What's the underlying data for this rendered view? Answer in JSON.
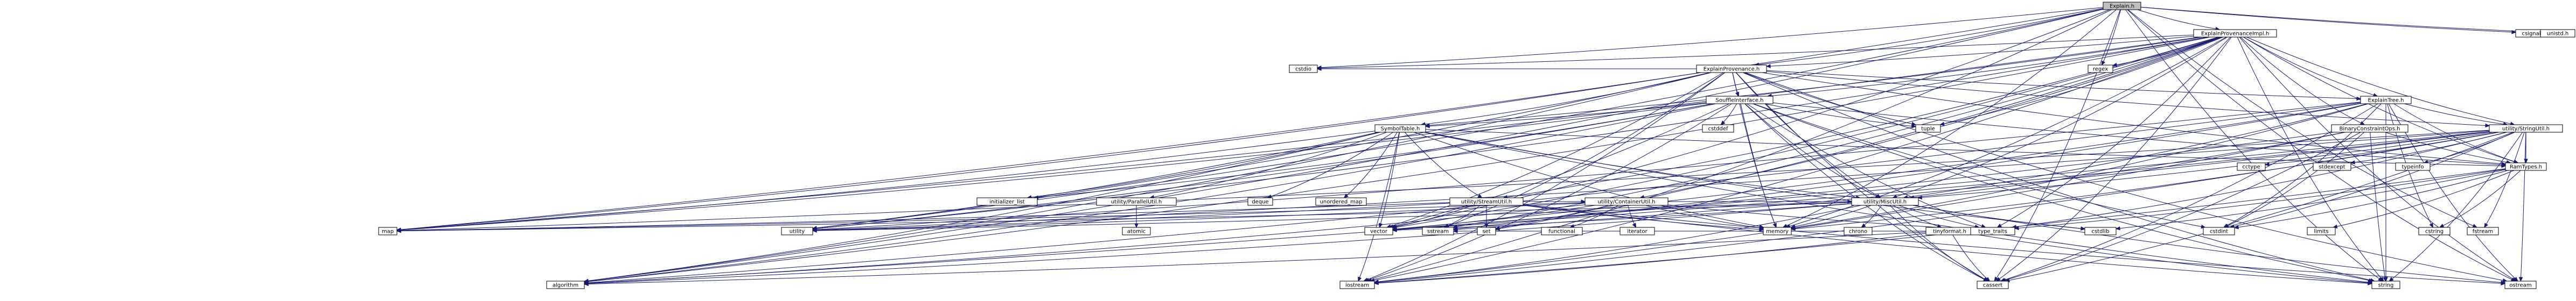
{
  "colors": {
    "edge": "#191970",
    "root_fill": "#bfbfbf",
    "local_fill": "#ffffff",
    "system_border": "#bfbfbf",
    "local_border": "#000000"
  },
  "nodes": [
    {
      "id": "explain_h",
      "label": "Explain.h",
      "kind": "root"
    },
    {
      "id": "explain_provenance_impl_h",
      "label": "ExplainProvenanceImpl.h",
      "kind": "local"
    },
    {
      "id": "explain_provenance_h",
      "label": "ExplainProvenance.h",
      "kind": "local"
    },
    {
      "id": "souffle_interface_h",
      "label": "SouffleInterface.h",
      "kind": "local"
    },
    {
      "id": "symbol_table_h",
      "label": "SymbolTable.h",
      "kind": "local"
    },
    {
      "id": "binary_constraint_ops_h",
      "label": "BinaryConstraintOps.h",
      "kind": "local"
    },
    {
      "id": "explain_tree_h",
      "label": "ExplainTree.h",
      "kind": "local"
    },
    {
      "id": "utility_string_util_h",
      "label": "utility/StringUtil.h",
      "kind": "local"
    },
    {
      "id": "ram_types_h",
      "label": "RamTypes.h",
      "kind": "local"
    },
    {
      "id": "utility_stream_util_h",
      "label": "utility/StreamUtil.h",
      "kind": "local"
    },
    {
      "id": "utility_container_util_h",
      "label": "utility/ContainerUtil.h",
      "kind": "local"
    },
    {
      "id": "utility_misc_util_h",
      "label": "utility/MiscUtil.h",
      "kind": "local"
    },
    {
      "id": "utility_parallel_util_h",
      "label": "utility/ParallelUtil.h",
      "kind": "local"
    },
    {
      "id": "tinyformat_h",
      "label": "tinyformat.h",
      "kind": "local"
    },
    {
      "id": "csignal",
      "label": "csignal",
      "kind": "system"
    },
    {
      "id": "unistd_h",
      "label": "unistd.h",
      "kind": "system"
    },
    {
      "id": "regex",
      "label": "regex",
      "kind": "system"
    },
    {
      "id": "cstdio",
      "label": "cstdio",
      "kind": "system"
    },
    {
      "id": "tuple",
      "label": "tuple",
      "kind": "system"
    },
    {
      "id": "cstddef",
      "label": "cstddef",
      "kind": "system"
    },
    {
      "id": "initializer_list",
      "label": "initializer_list",
      "kind": "system"
    },
    {
      "id": "deque",
      "label": "deque",
      "kind": "system"
    },
    {
      "id": "unordered_map",
      "label": "unordered_map",
      "kind": "system"
    },
    {
      "id": "atomic",
      "label": "atomic",
      "kind": "system"
    },
    {
      "id": "map",
      "label": "map",
      "kind": "system"
    },
    {
      "id": "vector",
      "label": "vector",
      "kind": "system"
    },
    {
      "id": "utility",
      "label": "utility",
      "kind": "system"
    },
    {
      "id": "sstream",
      "label": "sstream",
      "kind": "system"
    },
    {
      "id": "set",
      "label": "set",
      "kind": "system"
    },
    {
      "id": "functional",
      "label": "functional",
      "kind": "system"
    },
    {
      "id": "iterator",
      "label": "iterator",
      "kind": "system"
    },
    {
      "id": "memory",
      "label": "memory",
      "kind": "system"
    },
    {
      "id": "chrono",
      "label": "chrono",
      "kind": "system"
    },
    {
      "id": "type_traits",
      "label": "type_traits",
      "kind": "system"
    },
    {
      "id": "cstdlib",
      "label": "cstdlib",
      "kind": "system"
    },
    {
      "id": "cstdint",
      "label": "cstdint",
      "kind": "system"
    },
    {
      "id": "limits",
      "label": "limits",
      "kind": "system"
    },
    {
      "id": "cstring",
      "label": "cstring",
      "kind": "system"
    },
    {
      "id": "cctype",
      "label": "cctype",
      "kind": "system"
    },
    {
      "id": "stdexcept",
      "label": "stdexcept",
      "kind": "system"
    },
    {
      "id": "typeinfo",
      "label": "typeinfo",
      "kind": "system"
    },
    {
      "id": "fstream",
      "label": "fstream",
      "kind": "system"
    },
    {
      "id": "algorithm",
      "label": "algorithm",
      "kind": "system"
    },
    {
      "id": "iostream",
      "label": "iostream",
      "kind": "system"
    },
    {
      "id": "cassert",
      "label": "cassert",
      "kind": "system"
    },
    {
      "id": "string",
      "label": "string",
      "kind": "system"
    },
    {
      "id": "ostream",
      "label": "ostream",
      "kind": "system"
    }
  ],
  "edges": [
    [
      "explain_h",
      "explain_provenance_impl_h"
    ],
    [
      "explain_h",
      "explain_provenance_h"
    ],
    [
      "explain_h",
      "csignal"
    ],
    [
      "explain_h",
      "unistd_h"
    ],
    [
      "explain_h",
      "regex"
    ],
    [
      "explain_h",
      "cstdio"
    ],
    [
      "explain_h",
      "fstream"
    ],
    [
      "explain_h",
      "string"
    ],
    [
      "explain_h",
      "map"
    ],
    [
      "explain_h",
      "vector"
    ],
    [
      "explain_h",
      "iostream"
    ],
    [
      "explain_h",
      "algorithm"
    ],
    [
      "explain_h",
      "memory"
    ],
    [
      "explain_h",
      "utility"
    ],
    [
      "explain_h",
      "ostream"
    ],
    [
      "explain_h",
      "cassert"
    ],
    [
      "explain_provenance_impl_h",
      "explain_provenance_h"
    ],
    [
      "explain_provenance_impl_h",
      "souffle_interface_h"
    ],
    [
      "explain_provenance_impl_h",
      "symbol_table_h"
    ],
    [
      "explain_provenance_impl_h",
      "binary_constraint_ops_h"
    ],
    [
      "explain_provenance_impl_h",
      "explain_tree_h"
    ],
    [
      "explain_provenance_impl_h",
      "utility_string_util_h"
    ],
    [
      "explain_provenance_impl_h",
      "ram_types_h"
    ],
    [
      "explain_provenance_impl_h",
      "utility_stream_util_h"
    ],
    [
      "explain_provenance_impl_h",
      "utility_container_util_h"
    ],
    [
      "explain_provenance_impl_h",
      "utility_misc_util_h"
    ],
    [
      "explain_provenance_impl_h",
      "regex"
    ],
    [
      "explain_provenance_impl_h",
      "tuple"
    ],
    [
      "explain_provenance_impl_h",
      "cstdio"
    ],
    [
      "explain_provenance_impl_h",
      "map"
    ],
    [
      "explain_provenance_impl_h",
      "vector"
    ],
    [
      "explain_provenance_impl_h",
      "memory"
    ],
    [
      "explain_provenance_impl_h",
      "string"
    ],
    [
      "explain_provenance_impl_h",
      "ostream"
    ],
    [
      "explain_provenance_impl_h",
      "sstream"
    ],
    [
      "explain_provenance_impl_h",
      "algorithm"
    ],
    [
      "explain_provenance_impl_h",
      "iostream"
    ],
    [
      "explain_provenance_impl_h",
      "cassert"
    ],
    [
      "explain_provenance_impl_h",
      "utility"
    ],
    [
      "explain_provenance_impl_h",
      "set"
    ],
    [
      "explain_provenance_impl_h",
      "type_traits"
    ],
    [
      "explain_provenance_h",
      "souffle_interface_h"
    ],
    [
      "explain_provenance_h",
      "symbol_table_h"
    ],
    [
      "explain_provenance_h",
      "explain_tree_h"
    ],
    [
      "explain_provenance_h",
      "ram_types_h"
    ],
    [
      "explain_provenance_h",
      "utility_string_util_h"
    ],
    [
      "explain_provenance_h",
      "utility_misc_util_h"
    ],
    [
      "explain_provenance_h",
      "cstdio"
    ],
    [
      "explain_provenance_h",
      "tuple"
    ],
    [
      "explain_provenance_h",
      "map"
    ],
    [
      "explain_provenance_h",
      "vector"
    ],
    [
      "explain_provenance_h",
      "memory"
    ],
    [
      "explain_provenance_h",
      "string"
    ],
    [
      "explain_provenance_h",
      "utility"
    ],
    [
      "explain_provenance_h",
      "sstream"
    ],
    [
      "explain_provenance_h",
      "algorithm"
    ],
    [
      "explain_provenance_h",
      "iostream"
    ],
    [
      "explain_provenance_h",
      "cassert"
    ],
    [
      "explain_provenance_h",
      "ostream"
    ],
    [
      "souffle_interface_h",
      "symbol_table_h"
    ],
    [
      "souffle_interface_h",
      "ram_types_h"
    ],
    [
      "souffle_interface_h",
      "utility_misc_util_h"
    ],
    [
      "souffle_interface_h",
      "tuple"
    ],
    [
      "souffle_interface_h",
      "cstddef"
    ],
    [
      "souffle_interface_h",
      "initializer_list"
    ],
    [
      "souffle_interface_h",
      "map"
    ],
    [
      "souffle_interface_h",
      "vector"
    ],
    [
      "souffle_interface_h",
      "memory"
    ],
    [
      "souffle_interface_h",
      "string"
    ],
    [
      "souffle_interface_h",
      "utility"
    ],
    [
      "souffle_interface_h",
      "iostream"
    ],
    [
      "souffle_interface_h",
      "algorithm"
    ],
    [
      "souffle_interface_h",
      "cassert"
    ],
    [
      "souffle_interface_h",
      "type_traits"
    ],
    [
      "souffle_interface_h",
      "cstdint"
    ],
    [
      "symbol_table_h",
      "utility_parallel_util_h"
    ],
    [
      "symbol_table_h",
      "utility_misc_util_h"
    ],
    [
      "symbol_table_h",
      "utility_stream_util_h"
    ],
    [
      "symbol_table_h",
      "initializer_list"
    ],
    [
      "symbol_table_h",
      "deque"
    ],
    [
      "symbol_table_h",
      "unordered_map"
    ],
    [
      "symbol_table_h",
      "ram_types_h"
    ],
    [
      "symbol_table_h",
      "map"
    ],
    [
      "symbol_table_h",
      "vector"
    ],
    [
      "symbol_table_h",
      "utility"
    ],
    [
      "symbol_table_h",
      "string"
    ],
    [
      "symbol_table_h",
      "iostream"
    ],
    [
      "symbol_table_h",
      "algorithm"
    ],
    [
      "symbol_table_h",
      "cstdlib"
    ],
    [
      "symbol_table_h",
      "memory"
    ],
    [
      "binary_constraint_ops_h",
      "ram_types_h"
    ],
    [
      "binary_constraint_ops_h",
      "utility_misc_util_h"
    ],
    [
      "binary_constraint_ops_h",
      "vector"
    ],
    [
      "binary_constraint_ops_h",
      "string"
    ],
    [
      "binary_constraint_ops_h",
      "iostream"
    ],
    [
      "binary_constraint_ops_h",
      "cassert"
    ],
    [
      "binary_constraint_ops_h",
      "cstdint"
    ],
    [
      "explain_tree_h",
      "utility_string_util_h"
    ],
    [
      "explain_tree_h",
      "ram_types_h"
    ],
    [
      "explain_tree_h",
      "utility_misc_util_h"
    ],
    [
      "explain_tree_h",
      "vector"
    ],
    [
      "explain_tree_h",
      "string"
    ],
    [
      "explain_tree_h",
      "memory"
    ],
    [
      "explain_tree_h",
      "sstream"
    ],
    [
      "explain_tree_h",
      "ostream"
    ],
    [
      "explain_tree_h",
      "algorithm"
    ],
    [
      "explain_tree_h",
      "cstring"
    ],
    [
      "explain_tree_h",
      "cstdint"
    ],
    [
      "explain_tree_h",
      "cassert"
    ],
    [
      "explain_tree_h",
      "utility"
    ],
    [
      "utility_string_util_h",
      "ram_types_h"
    ],
    [
      "utility_string_util_h",
      "utility_misc_util_h"
    ],
    [
      "utility_string_util_h",
      "cctype"
    ],
    [
      "utility_string_util_h",
      "stdexcept"
    ],
    [
      "utility_string_util_h",
      "typeinfo"
    ],
    [
      "utility_string_util_h",
      "fstream"
    ],
    [
      "utility_string_util_h",
      "string"
    ],
    [
      "utility_string_util_h",
      "vector"
    ],
    [
      "utility_string_util_h",
      "algorithm"
    ],
    [
      "utility_string_util_h",
      "iostream"
    ],
    [
      "utility_string_util_h",
      "memory"
    ],
    [
      "utility_string_util_h",
      "sstream"
    ],
    [
      "utility_string_util_h",
      "map"
    ],
    [
      "utility_string_util_h",
      "type_traits"
    ],
    [
      "utility_string_util_h",
      "utility"
    ],
    [
      "utility_string_util_h",
      "ostream"
    ],
    [
      "utility_string_util_h",
      "cstdint"
    ],
    [
      "utility_string_util_h",
      "cassert"
    ],
    [
      "ram_types_h",
      "cstdint"
    ],
    [
      "ram_types_h",
      "limits"
    ],
    [
      "ram_types_h",
      "type_traits"
    ],
    [
      "ram_types_h",
      "cstring"
    ],
    [
      "ram_types_h",
      "cstdlib"
    ],
    [
      "ram_types_h",
      "iostream"
    ],
    [
      "utility_stream_util_h",
      "utility_container_util_h"
    ],
    [
      "utility_stream_util_h",
      "map"
    ],
    [
      "utility_stream_util_h",
      "vector"
    ],
    [
      "utility_stream_util_h",
      "utility"
    ],
    [
      "utility_stream_util_h",
      "sstream"
    ],
    [
      "utility_stream_util_h",
      "set"
    ],
    [
      "utility_stream_util_h",
      "memory"
    ],
    [
      "utility_stream_util_h",
      "ostream"
    ],
    [
      "utility_stream_util_h",
      "string"
    ],
    [
      "utility_container_util_h",
      "utility_misc_util_h"
    ],
    [
      "utility_container_util_h",
      "functional"
    ],
    [
      "utility_container_util_h",
      "iterator"
    ],
    [
      "utility_container_util_h",
      "map"
    ],
    [
      "utility_container_util_h",
      "vector"
    ],
    [
      "utility_container_util_h",
      "utility"
    ],
    [
      "utility_container_util_h",
      "set"
    ],
    [
      "utility_container_util_h",
      "memory"
    ],
    [
      "utility_container_util_h",
      "type_traits"
    ],
    [
      "utility_container_util_h",
      "algorithm"
    ],
    [
      "utility_misc_util_h",
      "tinyformat_h"
    ],
    [
      "utility_misc_util_h",
      "chrono"
    ],
    [
      "utility_misc_util_h",
      "memory"
    ],
    [
      "utility_misc_util_h",
      "utility"
    ],
    [
      "utility_misc_util_h",
      "type_traits"
    ],
    [
      "utility_misc_util_h",
      "cassert"
    ],
    [
      "utility_misc_util_h",
      "map"
    ],
    [
      "utility_misc_util_h",
      "vector"
    ],
    [
      "utility_misc_util_h",
      "algorithm"
    ],
    [
      "utility_misc_util_h",
      "iostream"
    ],
    [
      "utility_misc_util_h",
      "cstdlib"
    ],
    [
      "utility_misc_util_h",
      "ostream"
    ],
    [
      "utility_parallel_util_h",
      "atomic"
    ],
    [
      "tinyformat_h",
      "algorithm"
    ],
    [
      "tinyformat_h",
      "cassert"
    ],
    [
      "tinyformat_h",
      "iostream"
    ],
    [
      "tinyformat_h",
      "sstream"
    ],
    [
      "tinyformat_h",
      "string"
    ]
  ]
}
